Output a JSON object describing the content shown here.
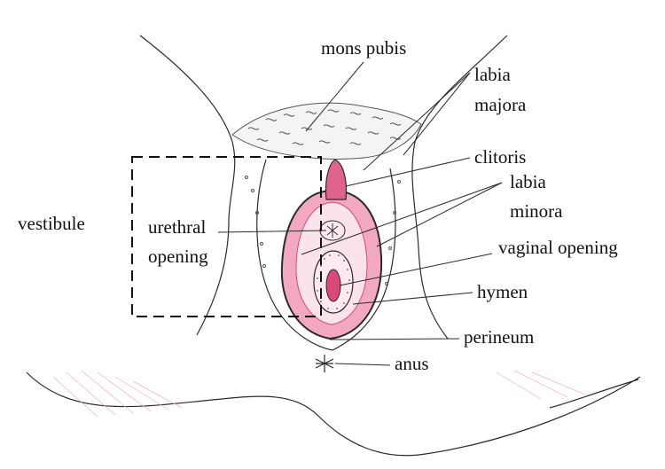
{
  "labels": {
    "mons_pubis": "mons pubis",
    "labia_majora_1": "labia",
    "labia_majora_2": "majora",
    "clitoris": "clitoris",
    "labia_minora_1": "labia",
    "labia_minora_2": "minora",
    "vestibule": "vestibule",
    "urethral_1": "urethral",
    "urethral_2": "opening",
    "vaginal_opening": "vaginal opening",
    "hymen": "hymen",
    "perineum": "perineum",
    "anus": "anus"
  },
  "colors": {
    "ink": "#2a2a2a",
    "skin_pink": "#e58aa8",
    "inner_pink": "#f6c6d4",
    "deep_pink": "#d9487a",
    "dashed_box": "#111111"
  }
}
